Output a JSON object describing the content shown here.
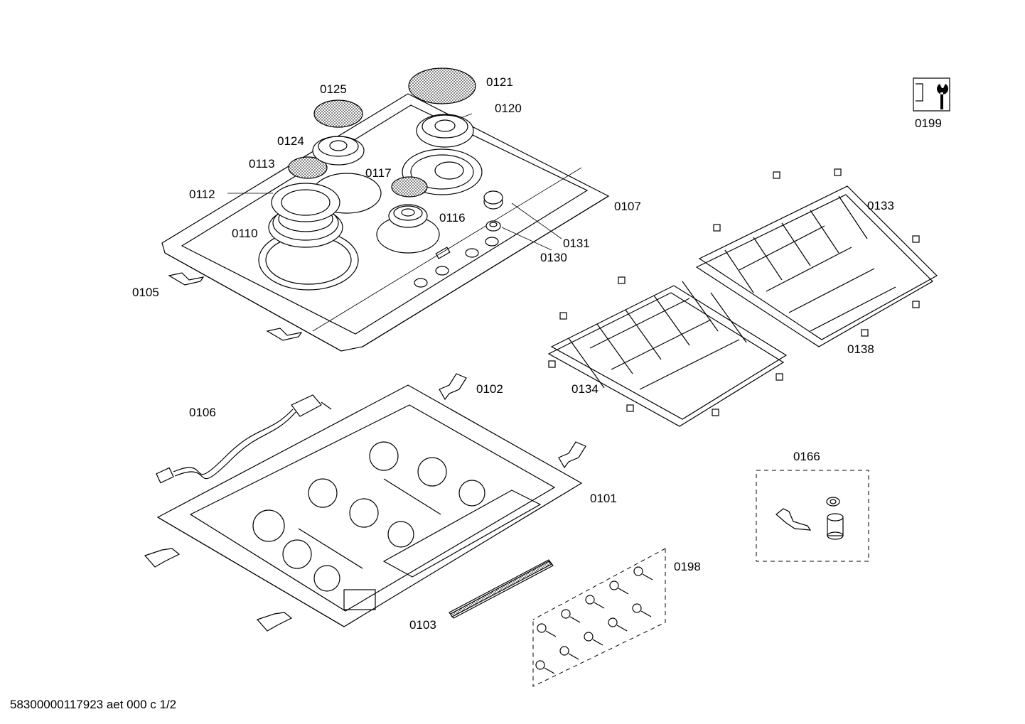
{
  "parts": {
    "p0101": "0101",
    "p0102": "0102",
    "p0103": "0103",
    "p0105": "0105",
    "p0106": "0106",
    "p0107": "0107",
    "p0110": "0110",
    "p0112": "0112",
    "p0113": "0113",
    "p0116": "0116",
    "p0117": "0117",
    "p0120": "0120",
    "p0121": "0121",
    "p0124": "0124",
    "p0125": "0125",
    "p0130": "0130",
    "p0131": "0131",
    "p0133": "0133",
    "p0134": "0134",
    "p0138": "0138",
    "p0166": "0166",
    "p0198": "0198",
    "p0199": "0199"
  },
  "footer": "58300000117923 aet 000 c 1/2",
  "icons": {
    "service": "wrench-service-icon"
  }
}
